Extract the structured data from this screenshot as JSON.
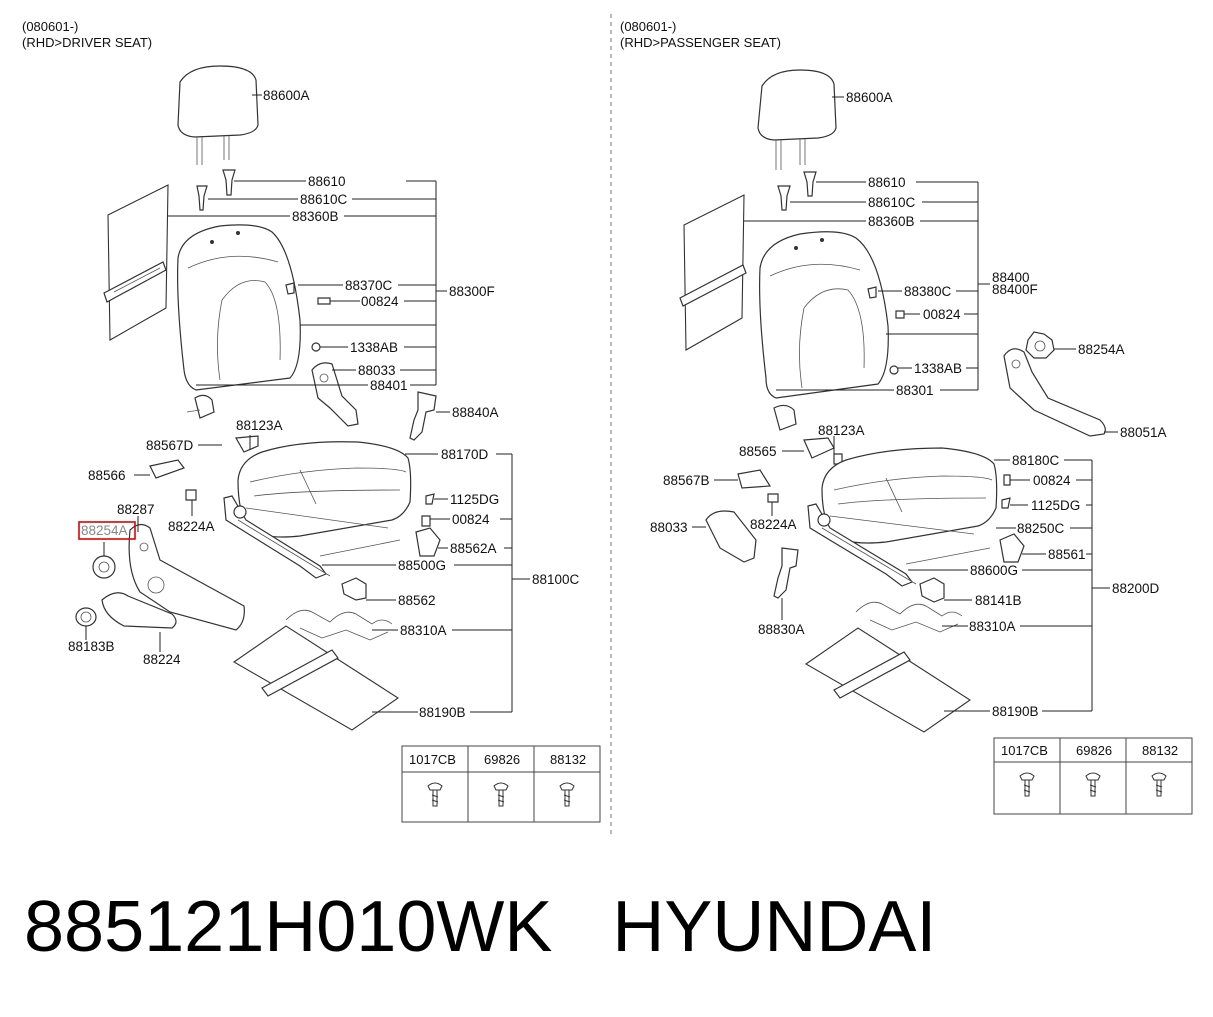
{
  "left": {
    "header_line1": "(080601-)",
    "header_line2": "(RHD>DRIVER SEAT)",
    "labels": {
      "l88600A": "88600A",
      "l88610": "88610",
      "l88610C": "88610C",
      "l88360B": "88360B",
      "l88370C": "88370C",
      "l00824a": "00824",
      "l88300F": "88300F",
      "l1338AB": "1338AB",
      "l88033": "88033",
      "l88401": "88401",
      "l88840A": "88840A",
      "l88123A": "88123A",
      "l88567D": "88567D",
      "l88170D": "88170D",
      "l88566": "88566",
      "l88287": "88287",
      "l88224A": "88224A",
      "l1125DG": "1125DG",
      "l00824b": "00824",
      "l88254A": "88254A",
      "l88562A": "88562A",
      "l88500G": "88500G",
      "l88100C": "88100C",
      "l88562": "88562",
      "l88183B": "88183B",
      "l88224": "88224",
      "l88310A": "88310A",
      "l88190B": "88190B"
    },
    "table": {
      "headers": [
        "1017CB",
        "69826",
        "88132"
      ]
    }
  },
  "right": {
    "header_line1": "(080601-)",
    "header_line2": "(RHD>PASSENGER SEAT)",
    "labels": {
      "r88600A": "88600A",
      "r88610": "88610",
      "r88610C": "88610C",
      "r88360B": "88360B",
      "r88400": "88400",
      "r88400F": "88400F",
      "r88380C": "88380C",
      "r00824a": "00824",
      "r88254A": "88254A",
      "r1338AB": "1338AB",
      "r88301": "88301",
      "r88051A": "88051A",
      "r88123A": "88123A",
      "r88565": "88565",
      "r88180C": "88180C",
      "r88567B": "88567B",
      "r00824b": "00824",
      "r1125DG": "1125DG",
      "r88224A": "88224A",
      "r88033": "88033",
      "r88250C": "88250C",
      "r88561": "88561",
      "r88600G": "88600G",
      "r88200D": "88200D",
      "r88141B": "88141B",
      "r88830A": "88830A",
      "r88310A": "88310A",
      "r88190B": "88190B"
    },
    "table": {
      "headers": [
        "1017CB",
        "69826",
        "88132"
      ]
    }
  },
  "caption": {
    "part_number": "885121H010WK",
    "brand": "HYUNDAI"
  },
  "highlight_color": "#e00000"
}
